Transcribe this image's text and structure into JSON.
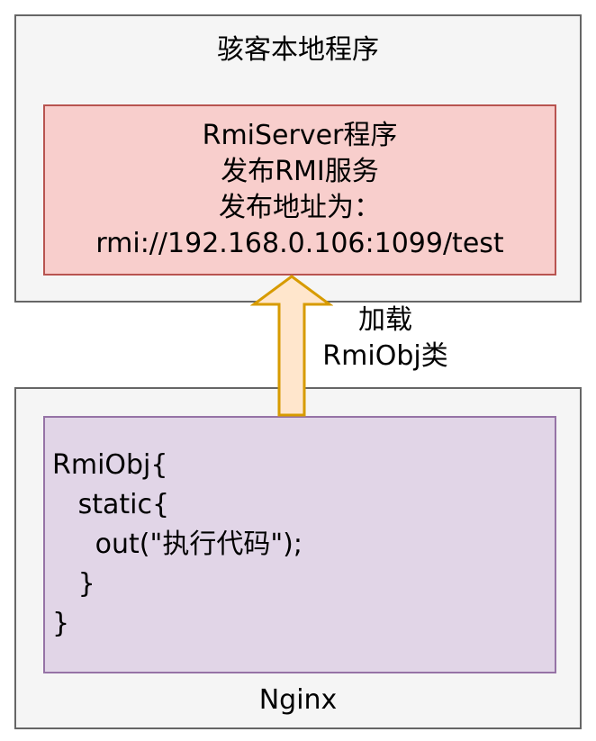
{
  "attacker": {
    "title": "骇客本地程序",
    "server": {
      "lines": [
        "RmiServer程序",
        "发布RMI服务",
        "发布地址为：",
        "rmi://192.168.0.106:1099/test"
      ]
    }
  },
  "arrow": {
    "label_lines": [
      "加载",
      "RmiObj类"
    ]
  },
  "nginx": {
    "title": "Nginx",
    "code_lines": [
      "RmiObj{",
      "   static{",
      "     out(\"执行代码\");",
      "   }",
      "}"
    ]
  },
  "colors": {
    "outer_fill": "#f5f5f5",
    "outer_stroke": "#666666",
    "server_fill": "#f8cecc",
    "server_stroke": "#b85450",
    "code_fill": "#e1d5e7",
    "code_stroke": "#9673a6",
    "arrow_fill": "#ffe6cc",
    "arrow_stroke": "#d79b00"
  }
}
